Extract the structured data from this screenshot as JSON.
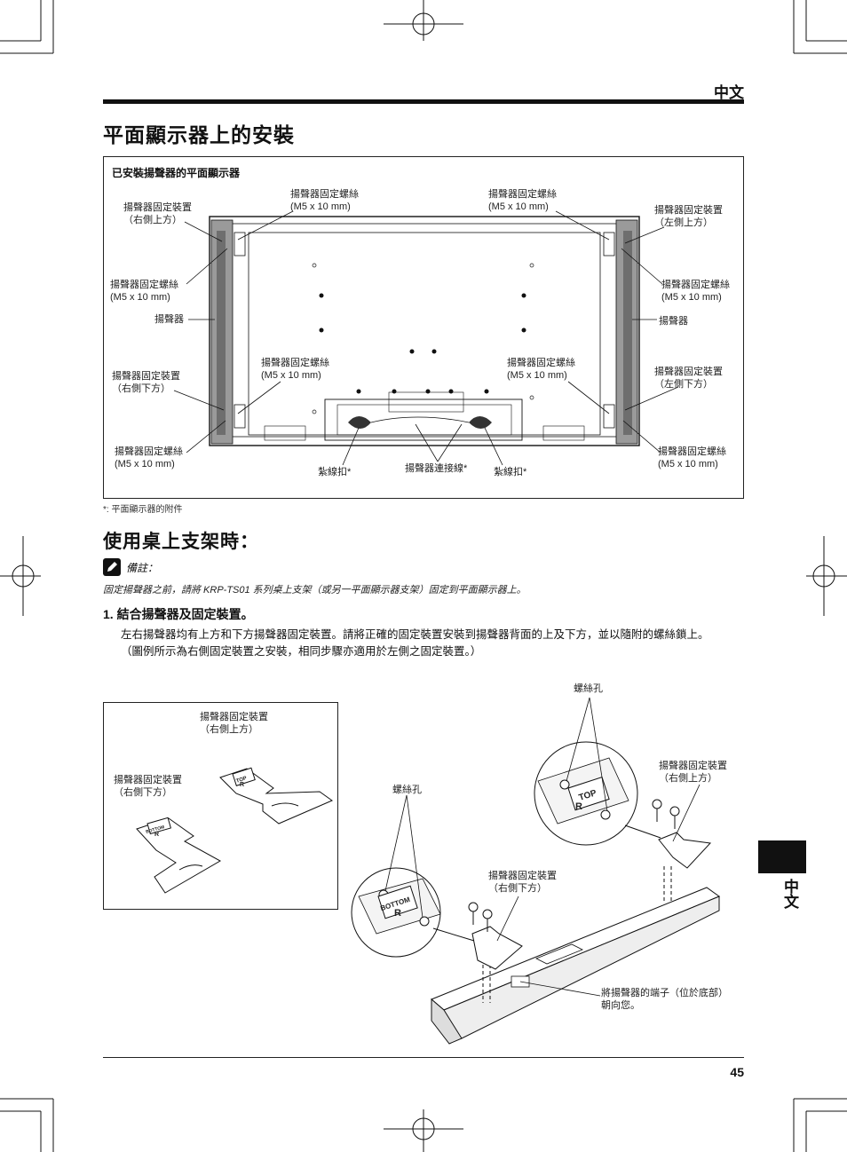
{
  "header": {
    "language": "中文"
  },
  "section1": {
    "title": "平面顯示器上的安裝",
    "figure_caption": "已安裝揚聲器的平面顯示器",
    "labels": {
      "top_left_bracket": [
        "揚聲器固定裝置",
        "（右側上方）"
      ],
      "top_left_screw": [
        "揚聲器固定螺絲",
        "(M5 x 10 mm)"
      ],
      "top_right_screw": [
        "揚聲器固定螺絲",
        "(M5 x 10 mm)"
      ],
      "top_right_bracket": [
        "揚聲器固定裝置",
        "（左側上方）"
      ],
      "left_screw_upper": [
        "揚聲器固定螺絲",
        "(M5 x 10 mm)"
      ],
      "right_screw_upper": [
        "揚聲器固定螺絲",
        "(M5 x 10 mm)"
      ],
      "left_speaker": "揚聲器",
      "right_speaker": "揚聲器",
      "left_bottom_bracket": [
        "揚聲器固定裝置",
        "（右側下方）"
      ],
      "mid_left_screw": [
        "揚聲器固定螺絲",
        "(M5 x 10 mm)"
      ],
      "mid_right_screw": [
        "揚聲器固定螺絲",
        "(M5 x 10 mm)"
      ],
      "right_bottom_bracket": [
        "揚聲器固定裝置",
        "（左側下方）"
      ],
      "bottom_left_screw": [
        "揚聲器固定螺絲",
        "(M5 x 10 mm)"
      ],
      "bottom_right_screw": [
        "揚聲器固定螺絲",
        "(M5 x 10 mm)"
      ],
      "cable_tie_left": "紮線扣*",
      "speaker_cable": "揚聲器連接線*",
      "cable_tie_right": "紮線扣*"
    },
    "footnote": "*: 平面顯示器的附件"
  },
  "section2": {
    "title": "使用桌上支架時：",
    "note_label": "備註：",
    "note_text": "固定揚聲器之前，請將 KRP-TS01 系列桌上支架（或另一平面顯示器支架）固定到平面顯示器上。",
    "step_number": "1.",
    "step_title": "結合揚聲器及固定裝置。",
    "step_body_1": "左右揚聲器均有上方和下方揚聲器固定裝置。請將正確的固定裝置安裝到揚聲器背面的上及下方，並以隨附的螺絲鎖上。",
    "step_body_2": "（圖例所示為右側固定裝置之安裝，相同步驟亦適用於左側之固定裝置。）",
    "inset_labels": {
      "top_bracket": [
        "揚聲器固定裝置",
        "（右側上方）"
      ],
      "bottom_bracket": [
        "揚聲器固定裝置",
        "（右側下方）"
      ],
      "plate_top": "TOP",
      "plate_bottom": "BOTTOM",
      "plate_r": "R"
    },
    "main_labels": {
      "screw_hole_top": "螺絲孔",
      "screw_hole_left": "螺絲孔",
      "top_bracket": [
        "揚聲器固定裝置",
        "（右側上方）"
      ],
      "bottom_bracket": [
        "揚聲器固定裝置",
        "（右側下方）"
      ],
      "terminal_note": [
        "將揚聲器的端子（位於底部）",
        "朝向您。"
      ],
      "circle_top_text": "TOP",
      "circle_top_r": "R",
      "circle_bottom_text": "BOTTOM",
      "circle_bottom_r": "R"
    }
  },
  "side_tab": {
    "text": "中文"
  },
  "footer": {
    "page_number": "45"
  }
}
